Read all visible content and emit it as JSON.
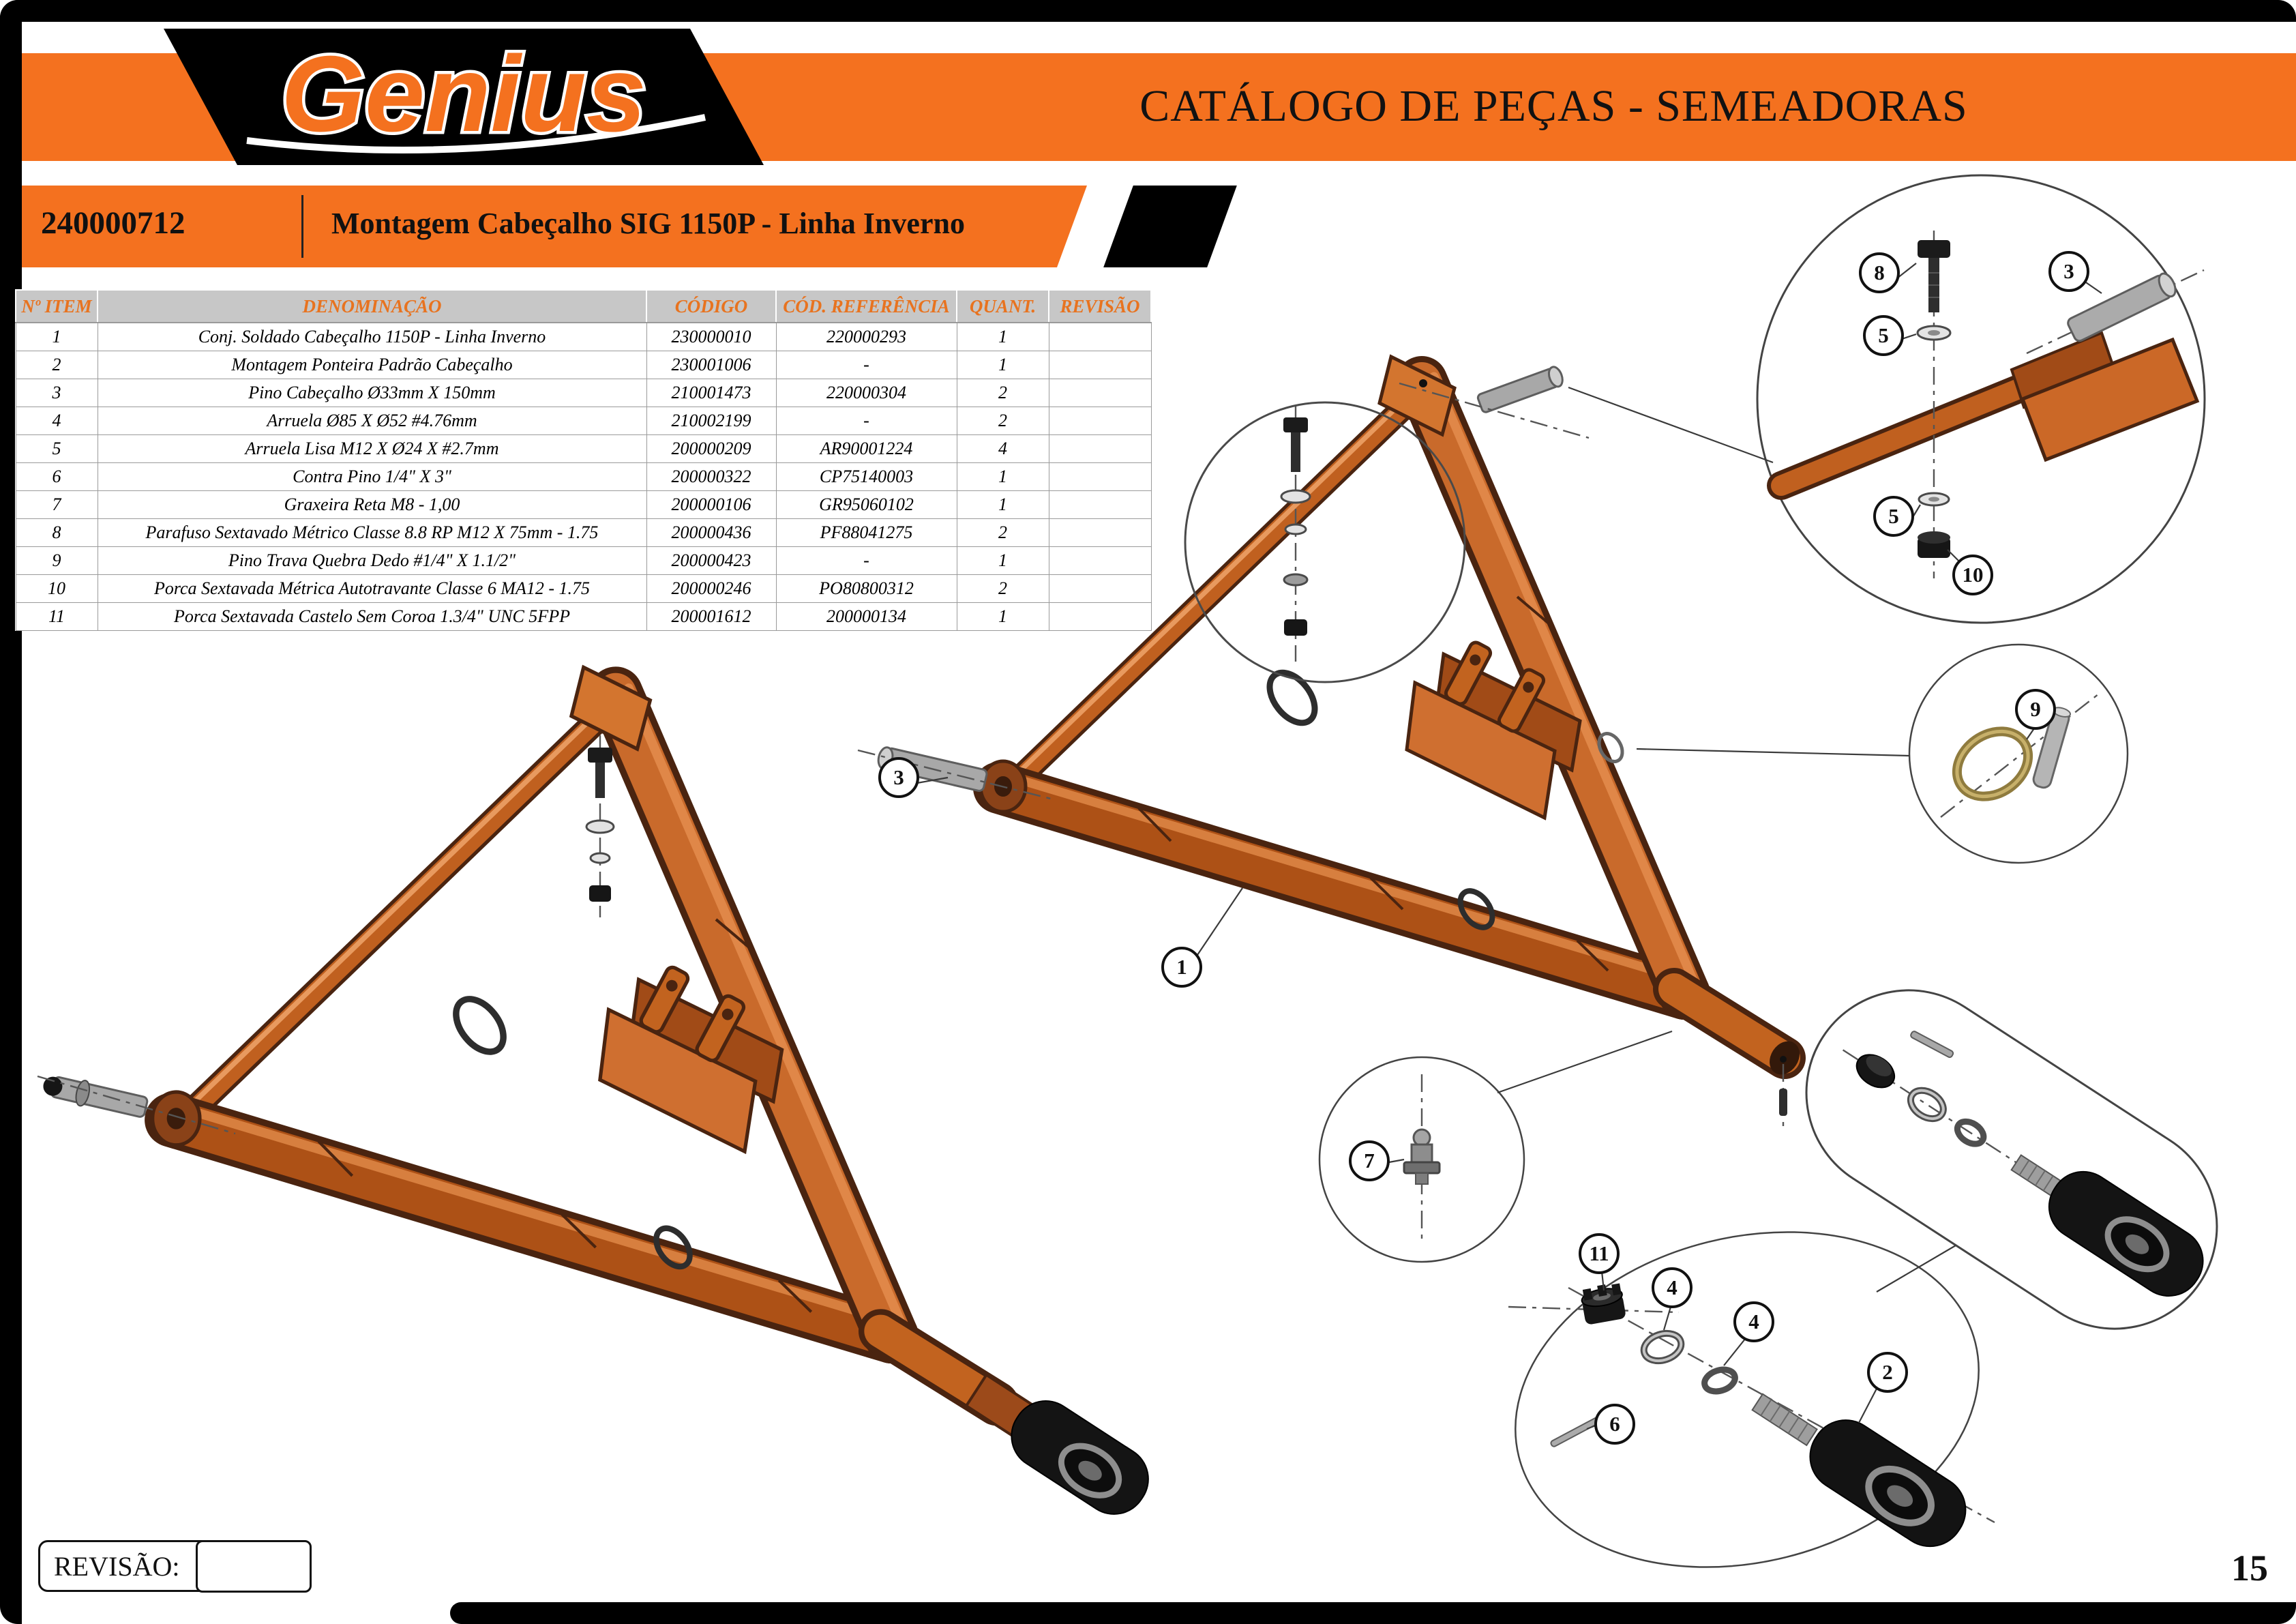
{
  "header": {
    "logo_text": "Genius",
    "title": "CATÁLOGO DE PEÇAS - SEMEADORAS"
  },
  "title_block": {
    "part_number": "240000712",
    "assembly_title": "Montagem Cabeçalho SIG 1150P - Linha Inverno"
  },
  "parts_table": {
    "columns": {
      "item": "Nº ITEM",
      "denomination": "DENOMINAÇÃO",
      "code": "CÓDIGO",
      "reference": "CÓD. REFERÊNCIA",
      "quantity": "QUANT.",
      "revision": "REVISÃO"
    },
    "rows": [
      {
        "item": "1",
        "denomination": "Conj. Soldado Cabeçalho 1150P - Linha Inverno",
        "code": "230000010",
        "reference": "220000293",
        "quantity": "1",
        "revision": ""
      },
      {
        "item": "2",
        "denomination": "Montagem Ponteira Padrão Cabeçalho",
        "code": "230001006",
        "reference": "-",
        "quantity": "1",
        "revision": ""
      },
      {
        "item": "3",
        "denomination": "Pino Cabeçalho Ø33mm X 150mm",
        "code": "210001473",
        "reference": "220000304",
        "quantity": "2",
        "revision": ""
      },
      {
        "item": "4",
        "denomination": "Arruela Ø85 X Ø52 #4.76mm",
        "code": "210002199",
        "reference": "-",
        "quantity": "2",
        "revision": ""
      },
      {
        "item": "5",
        "denomination": "Arruela Lisa M12 X Ø24 X #2.7mm",
        "code": "200000209",
        "reference": "AR90001224",
        "quantity": "4",
        "revision": ""
      },
      {
        "item": "6",
        "denomination": "Contra Pino 1/4\" X 3\"",
        "code": "200000322",
        "reference": "CP75140003",
        "quantity": "1",
        "revision": ""
      },
      {
        "item": "7",
        "denomination": "Graxeira Reta M8 - 1,00",
        "code": "200000106",
        "reference": "GR95060102",
        "quantity": "1",
        "revision": ""
      },
      {
        "item": "8",
        "denomination": "Parafuso Sextavado Métrico Classe 8.8 RP M12 X 75mm - 1.75",
        "code": "200000436",
        "reference": "PF88041275",
        "quantity": "2",
        "revision": ""
      },
      {
        "item": "9",
        "denomination": "Pino Trava Quebra Dedo #1/4\" X 1.1/2\"",
        "code": "200000423",
        "reference": "-",
        "quantity": "1",
        "revision": ""
      },
      {
        "item": "10",
        "denomination": "Porca Sextavada Métrica Autotravante Classe 6 MA12 - 1.75",
        "code": "200000246",
        "reference": "PO80800312",
        "quantity": "2",
        "revision": ""
      },
      {
        "item": "11",
        "denomination": "Porca Sextavada Castelo Sem Coroa 1.3/4\" UNC 5FPP",
        "code": "200001612",
        "reference": "200000134",
        "quantity": "1",
        "revision": ""
      }
    ]
  },
  "callouts": [
    "8",
    "3",
    "5",
    "5",
    "10",
    "9",
    "3",
    "1",
    "7",
    "11",
    "4",
    "4",
    "2",
    "6"
  ],
  "footer": {
    "revision_label": "REVISÃO:",
    "page_number": "15"
  },
  "colors": {
    "accent_orange": "#F4711F",
    "frame_orange": "#C0601F",
    "black": "#000000"
  }
}
